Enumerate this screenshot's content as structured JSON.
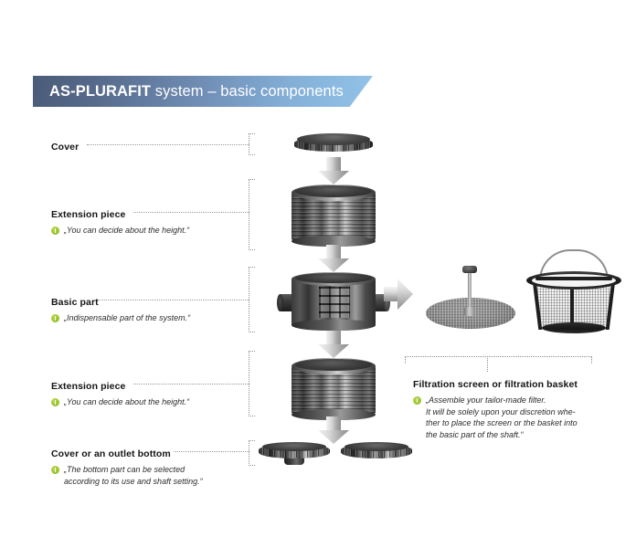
{
  "header": {
    "title_strong": "AS-PLURAFIT",
    "title_light": " system – basic components"
  },
  "components": [
    {
      "id": "cover",
      "title": "Cover",
      "note": "",
      "has_note": false
    },
    {
      "id": "extension-piece-top",
      "title": "Extension piece",
      "note": "„You can decide about the height.“",
      "has_note": true
    },
    {
      "id": "basic-part",
      "title": "Basic part",
      "note": "„Indispensable part of the system.“",
      "has_note": true
    },
    {
      "id": "extension-piece-bottom",
      "title": "Extension piece",
      "note": "„You can decide about the height.“",
      "has_note": true
    },
    {
      "id": "cover-or-outlet-bottom",
      "title": "Cover or an outlet bottom",
      "note_line1": "„The bottom part can be selected",
      "note_line2": "according to its use and shaft setting.“",
      "has_note": true
    }
  ],
  "filtration": {
    "title": "Filtration screen or filtration basket",
    "note_line1": "„Assemble your tailor-made filter.",
    "note_line2": "It will be solely upon your discretion whe-",
    "note_line3": "ther to place the screen or the basket into",
    "note_line4": "the basic part of the shaft.“"
  },
  "icons": {
    "info": "info-icon",
    "arrow_down": "arrow-down-icon",
    "arrow_right": "arrow-right-icon"
  },
  "colors": {
    "banner_dark": "#4a5c78",
    "banner_light": "#93c3e8",
    "info_green": "#9dc534",
    "dotted_line": "#8e8e8e",
    "arrow_gray": "#a8a8a8"
  }
}
